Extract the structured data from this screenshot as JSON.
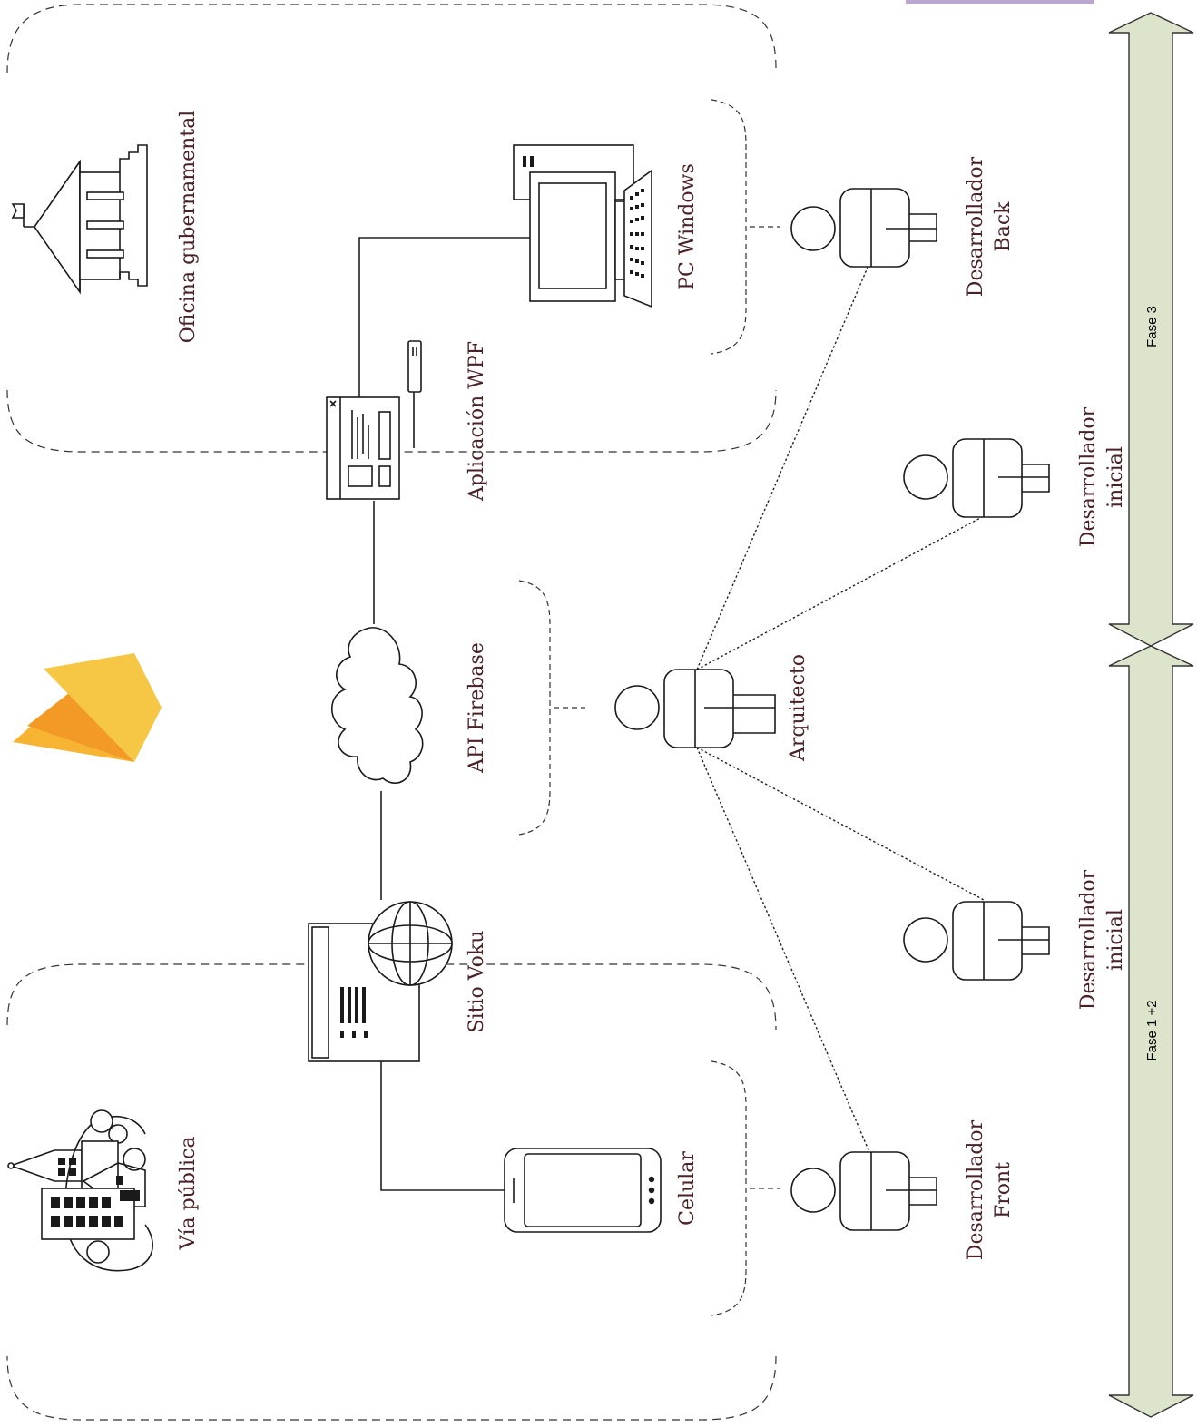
{
  "zones": {
    "government": {
      "label": "Oficina gubernamental"
    },
    "street": {
      "label": "Vía pública"
    }
  },
  "devices": {
    "pc": {
      "label": "PC Windows"
    },
    "wpf": {
      "label": "Aplicación WPF"
    },
    "firebase": {
      "label": "API Firebase"
    },
    "site": {
      "label": "Sitio Voku"
    },
    "phone": {
      "label": "Celular"
    }
  },
  "people": {
    "architect": {
      "label": "Arquitecto"
    },
    "back_dev": {
      "line1": "Desarrollador",
      "line2": "Back"
    },
    "initial_dev_top": {
      "line1": "Desarrollador",
      "line2": "inicial"
    },
    "initial_dev_bottom": {
      "line1": "Desarrollador",
      "line2": "inicial"
    },
    "front_dev": {
      "line1": "Desarrollador",
      "line2": "Front"
    }
  },
  "phases": {
    "phase3": {
      "label": "Fase 3"
    },
    "phase12": {
      "label": "Fase 1 +2"
    }
  },
  "colors": {
    "label_text": "#4a2226",
    "phase_fill": "#dde4cc",
    "firebase_yellow": "#f6c744",
    "firebase_orange": "#f29a25",
    "firebase_amber": "#f6b432",
    "top_bar": "#b9a7cf"
  },
  "icons": {
    "government_building": "government-building-icon",
    "city": "city-buildings-icon",
    "cloud": "cloud-icon",
    "computer": "desktop-computer-icon",
    "window": "application-window-icon",
    "globe": "globe-icon",
    "phone": "mobile-phone-icon",
    "person": "person-icon",
    "firebase": "firebase-logo-icon"
  }
}
